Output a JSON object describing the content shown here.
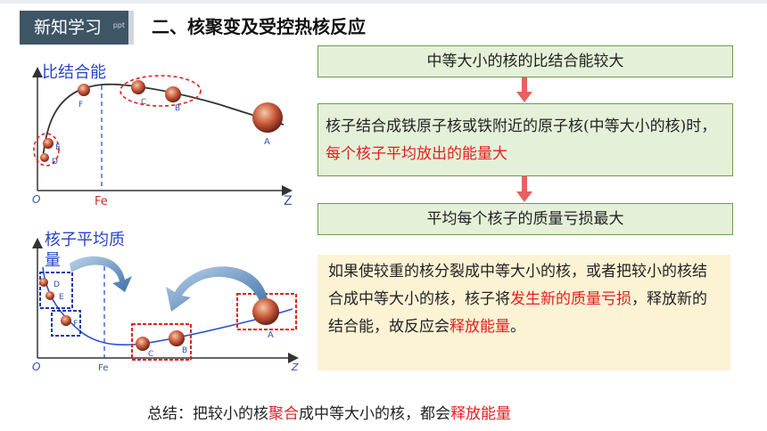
{
  "header": {
    "tag": "新知学习",
    "tag_small": "ppt",
    "title": "二、核聚变及受控热核反应"
  },
  "chart1": {
    "ylabel": "比结合能",
    "xlabel": "Z",
    "origin": "O",
    "fe": "Fe",
    "points": [
      "D",
      "E",
      "F",
      "C",
      "B",
      "A"
    ]
  },
  "chart2": {
    "ylabel_line1": "核子平均质",
    "ylabel_line2": "量",
    "xlabel": "Z",
    "origin": "O",
    "fe": "Fe",
    "points": [
      "D",
      "E",
      "F",
      "C",
      "B",
      "A"
    ]
  },
  "flow": {
    "step1": "中等大小的核的比结合能较大",
    "step2_a": "核子结合成铁原子核或铁附近的原子核(中等大小的核)时，",
    "step2_b": "每个核子平均放出的能量大",
    "step3": "平均每个核子的质量亏损最大"
  },
  "note": {
    "t1": "如果使较重的核分裂成中等大小的核，或者把较小的核结合成中等大小的核，核子将",
    "t2": "发生新的质量亏损",
    "t3": "，释放新的结合能，故反应会",
    "t4": "释放能量",
    "t5": "。"
  },
  "summary": {
    "s1": "总结：把较小的核",
    "s2": "聚合",
    "s3": "成中等大小的核，都会",
    "s4": "释放能量"
  },
  "colors": {
    "accent_red": "#e02020",
    "box_green": "#e4f1d8",
    "note_yellow": "#fcf2d4",
    "tag_bg": "#3e5566"
  }
}
